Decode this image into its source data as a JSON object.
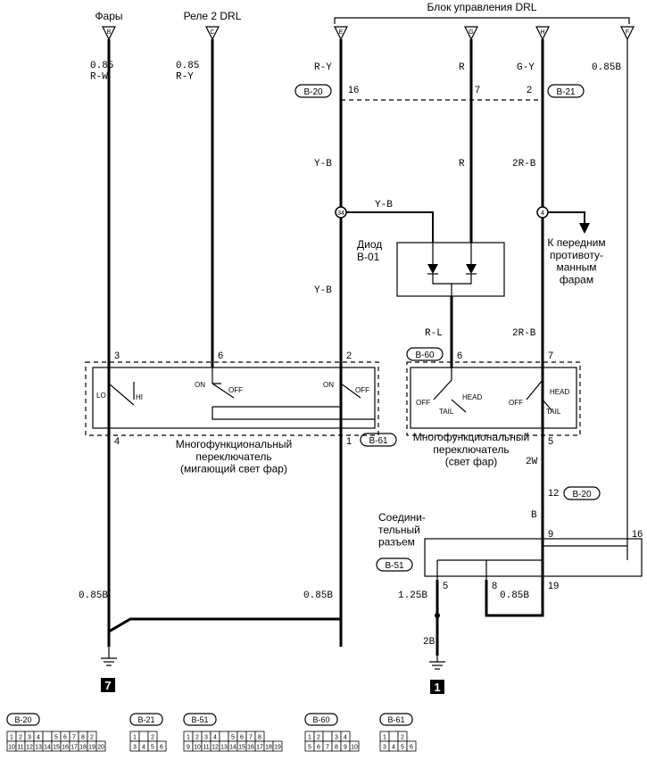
{
  "top": {
    "headlights": "Фары",
    "relay": "Реле 2 DRL",
    "control_unit": "Блок управления DRL",
    "pins": [
      "B",
      "C",
      "E",
      "G",
      "H",
      "F"
    ]
  },
  "wires": {
    "w1": "0.85\nR-W",
    "w2": "0.85\nR-Y",
    "w3a": "R-Y",
    "w4a": "R",
    "w5a": "G-Y",
    "w6": "0.85B",
    "w3b": "Y-B",
    "w4b": "R",
    "w5b": "2R-B",
    "w_diode": "Y-B",
    "w3c": "Y-B",
    "w_rl": "R-L",
    "w5c": "2R-B",
    "w_2w": "2W",
    "w_b": "B",
    "w_l1": "0.85B",
    "w_r1": "0.85B",
    "w_125b": "1.25B",
    "w_085b": "0.85B",
    "w_2b": "2B"
  },
  "pins": {
    "p16": "16",
    "p7": "7",
    "p2": "2",
    "p3": "3",
    "p6": "6",
    "p2b": "2",
    "p6b": "6",
    "p7b": "7",
    "p4": "4",
    "p1": "1",
    "p5": "5",
    "p12": "12",
    "p9": "9",
    "p16b": "16",
    "p5b": "5",
    "p8": "8",
    "p19": "19",
    "splice34": "34",
    "splice4": "4"
  },
  "connectors": {
    "b20": "B-20",
    "b21": "B-21",
    "b60": "B-60",
    "b61": "B-61",
    "b20b": "B-20",
    "b51": "B-51"
  },
  "labels": {
    "diode": "Диод\nB-01",
    "fog": "К передним\nпротивоту-\nманным\nфарам",
    "switch_left": "Многофункциональный\nпереключатель\n(мигающий свет фар)",
    "switch_right": "Многофункциональный\nпереключатель\n(свет фар)",
    "joint": "Соедини-\nтельный\nразъем",
    "lo": "LO",
    "hi": "HI",
    "on1": "ON",
    "off1": "OFF",
    "on2": "ON",
    "off2": "OFF",
    "off3": "OFF",
    "head3": "HEAD",
    "tail3": "TAIL",
    "off4": "OFF",
    "head4": "HEAD",
    "tail4": "TAIL"
  },
  "grounds": {
    "g7": "7",
    "g1": "1"
  },
  "legend": [
    {
      "id": "B-20",
      "rows": [
        [
          "1",
          "2",
          "3",
          "4",
          "",
          "5",
          "6",
          "7",
          "8",
          "2"
        ],
        [
          "10",
          "11",
          "12",
          "13",
          "14",
          "15",
          "16",
          "17",
          "18",
          "19",
          "20"
        ]
      ]
    },
    {
      "id": "B-21",
      "rows": [
        [
          "1",
          "",
          "2"
        ],
        [
          "3",
          "4",
          "5",
          "6"
        ]
      ]
    },
    {
      "id": "B-51",
      "rows": [
        [
          "1",
          "2",
          "3",
          "4",
          "",
          "5",
          "6",
          "7",
          "8"
        ],
        [
          "9",
          "10",
          "11",
          "12",
          "13",
          "14",
          "15",
          "16",
          "17",
          "18",
          "19"
        ]
      ]
    },
    {
      "id": "B-60",
      "rows": [
        [
          "1",
          "2",
          "",
          "3",
          "4"
        ],
        [
          "5",
          "6",
          "7",
          "8",
          "9",
          "10"
        ]
      ]
    },
    {
      "id": "B-61",
      "rows": [
        [
          "1",
          "",
          "2"
        ],
        [
          "3",
          "4",
          "5",
          "6"
        ]
      ]
    }
  ]
}
